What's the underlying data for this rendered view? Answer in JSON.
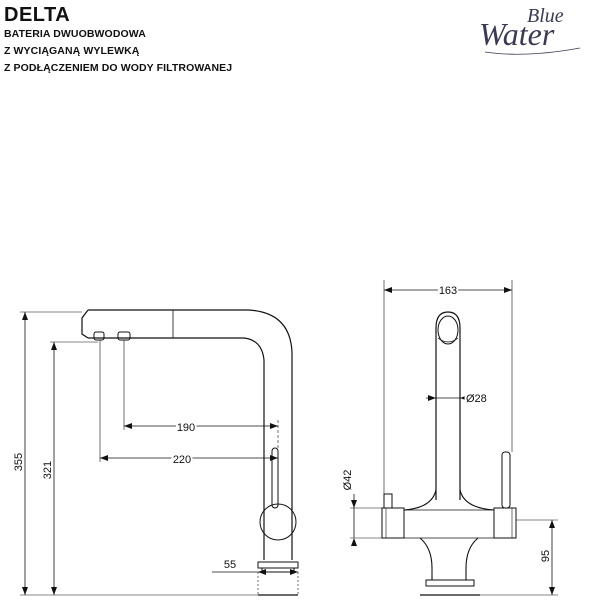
{
  "header": {
    "title": "DELTA",
    "lines": [
      "BATERIA DWUOBWODOWA",
      "Z WYCIĄGANĄ WYLEWKĄ",
      "Z PODŁĄCZENIEM DO WODY FILTROWANEJ"
    ]
  },
  "logo": {
    "line1": "Blue",
    "line2": "Water"
  },
  "dimensions": {
    "height_total": "355",
    "height_spout": "321",
    "reach_190": "190",
    "reach_220": "220",
    "base_55": "55",
    "width_163": "163",
    "diameter_spout": "Ø28",
    "diameter_body": "Ø42",
    "lever_height": "95"
  },
  "colors": {
    "line": "#111111",
    "dimension": "#111111"
  }
}
